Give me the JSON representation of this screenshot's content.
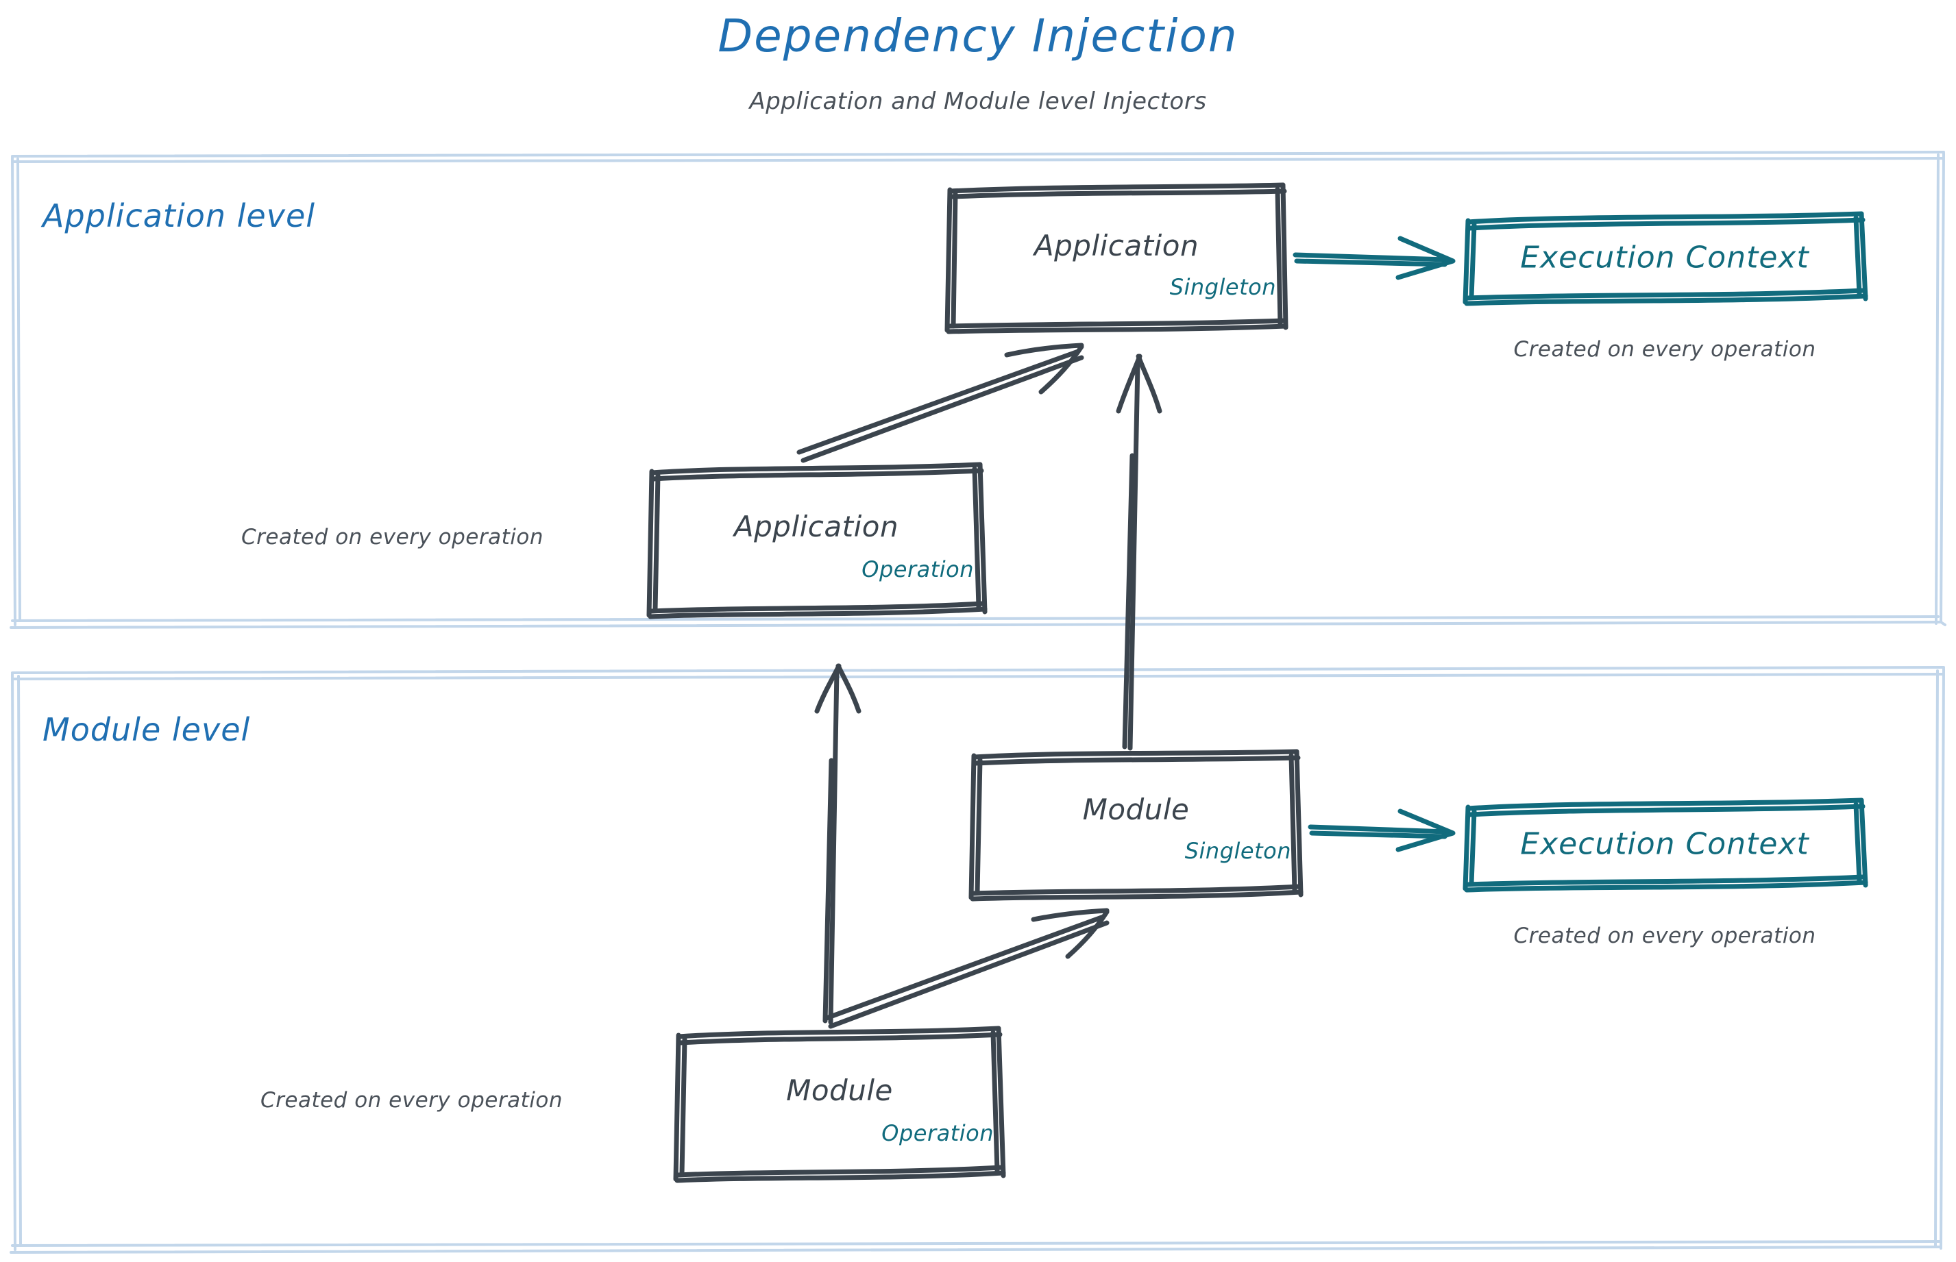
{
  "header": {
    "title": "Dependency Injection",
    "subtitle": "Application and Module level Injectors"
  },
  "colors": {
    "title_blue": "#1f6fb2",
    "lane_blue": "#1f6fb2",
    "lane_border": "#c2d6ea",
    "teal": "#116b7d",
    "ink": "#3b444d",
    "caption": "#4a5159",
    "background": "#ffffff"
  },
  "lanes": [
    {
      "id": "application-level",
      "label": "Application level",
      "nodes": [
        {
          "id": "application-singleton",
          "title": "Application",
          "scope": "Singleton"
        },
        {
          "id": "application-operation",
          "title": "Application",
          "scope": "Operation",
          "caption": "Created on every operation"
        }
      ],
      "context": {
        "id": "application-execution-context",
        "title": "Execution Context",
        "caption": "Created on every operation"
      }
    },
    {
      "id": "module-level",
      "label": "Module level",
      "nodes": [
        {
          "id": "module-singleton",
          "title": "Module",
          "scope": "Singleton"
        },
        {
          "id": "module-operation",
          "title": "Module",
          "scope": "Operation",
          "caption": "Created on every operation"
        }
      ],
      "context": {
        "id": "module-execution-context",
        "title": "Execution Context",
        "caption": "Created on every operation"
      }
    }
  ],
  "edges": [
    {
      "id": "app-singleton-to-app-context",
      "from": "application-singleton",
      "to": "application-execution-context",
      "style": "teal-arrow"
    },
    {
      "id": "app-operation-to-app-singleton",
      "from": "application-operation",
      "to": "application-singleton",
      "style": "ink-arrow"
    },
    {
      "id": "module-singleton-to-app-singleton",
      "from": "module-singleton",
      "to": "application-singleton",
      "style": "ink-arrow"
    },
    {
      "id": "module-operation-to-app-operation",
      "from": "module-operation",
      "to": "application-operation",
      "style": "ink-arrow"
    },
    {
      "id": "module-operation-to-module-singleton",
      "from": "module-operation",
      "to": "module-singleton",
      "style": "ink-arrow"
    },
    {
      "id": "module-singleton-to-module-context",
      "from": "module-singleton",
      "to": "module-execution-context",
      "style": "teal-arrow"
    }
  ]
}
